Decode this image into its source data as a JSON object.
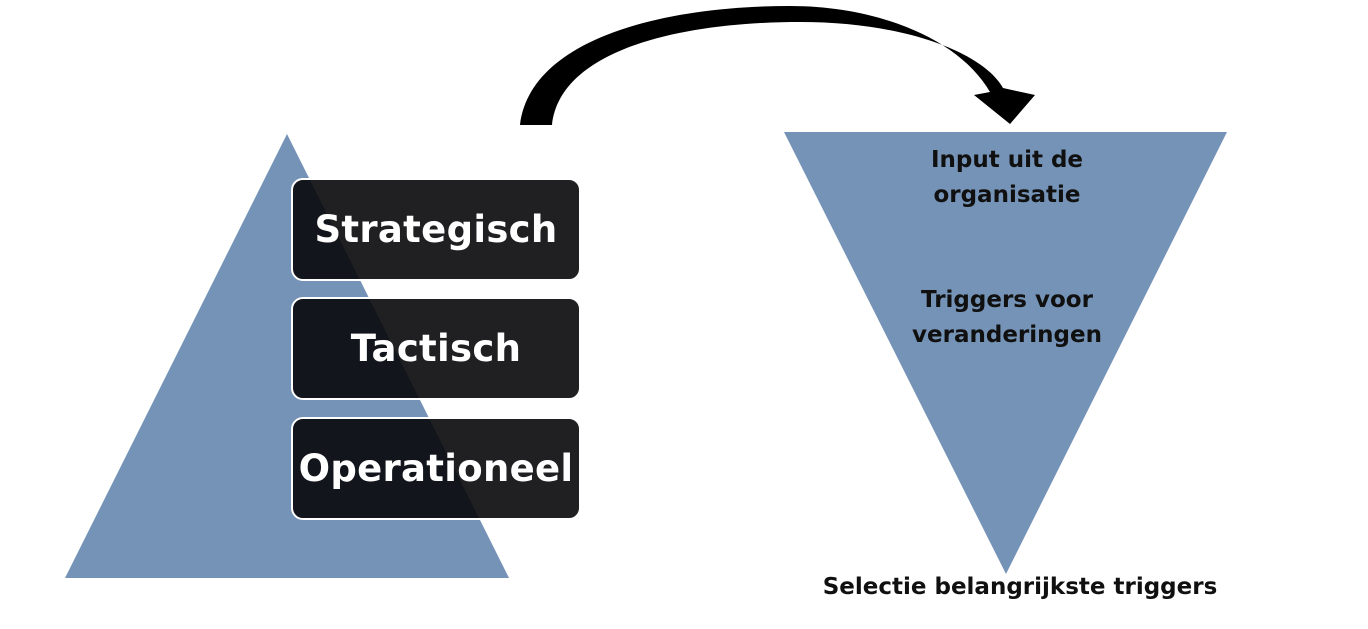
{
  "colors": {
    "shape_fill": "#7593b6",
    "box_fill": "#0b0b0d",
    "box_text": "#ffffff",
    "arrow": "#000000",
    "label_text": "#101010"
  },
  "pyramid": {
    "levels": [
      {
        "label": "Strategisch"
      },
      {
        "label": "Tactisch"
      },
      {
        "label": "Operationeel"
      }
    ]
  },
  "funnel": {
    "top_text": "Input uit de organisatie",
    "middle_text": "Triggers voor veranderingen",
    "bottom_caption": "Selectie belangrijkste triggers"
  },
  "arrow": {
    "direction": "left-to-right",
    "icon": "curved-arrow-icon"
  }
}
